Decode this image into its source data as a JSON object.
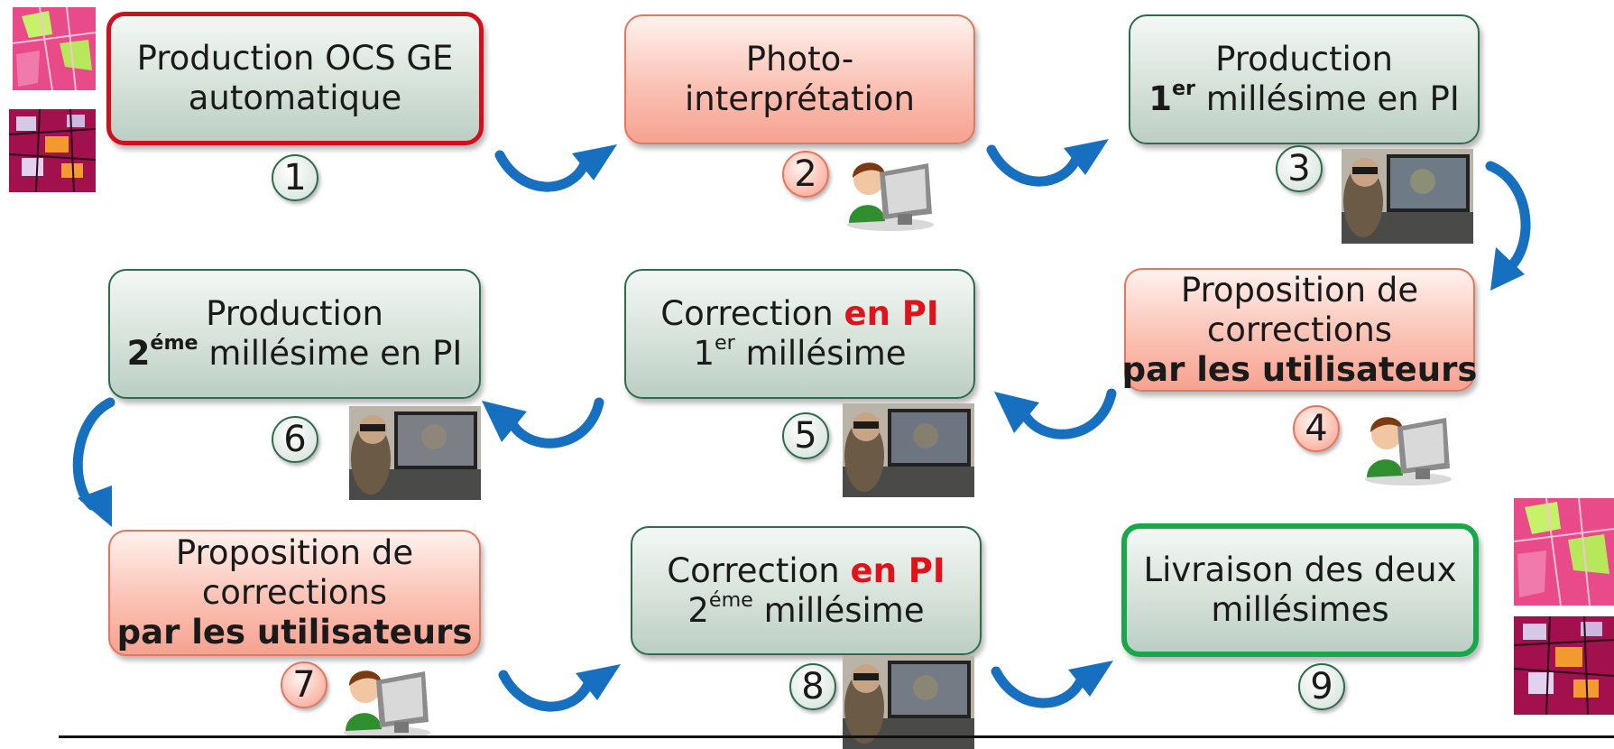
{
  "steps": [
    {
      "num": "1",
      "lines": [
        "Production OCS GE",
        "automatique"
      ]
    },
    {
      "num": "2",
      "lines": [
        "Photo-",
        "interprétation"
      ]
    },
    {
      "num": "3",
      "line1": "Production",
      "line2_bold": "1",
      "line2_sup": "er",
      "line2_rest": " millésime en PI"
    },
    {
      "num": "4",
      "line1": "Proposition de",
      "line2": "corrections",
      "line3_bold": "par les utilisateurs"
    },
    {
      "num": "5",
      "line1_pre": "Correction ",
      "line1_accent": "en PI",
      "line2_pre": "1",
      "line2_sup": "er",
      "line2_rest": " millésime"
    },
    {
      "num": "6",
      "line1": "Production",
      "line2_bold": "2",
      "line2_sup": "éme",
      "line2_rest": " millésime en PI"
    },
    {
      "num": "7",
      "line1": "Proposition de",
      "line2": "corrections",
      "line3_bold": "par les utilisateurs"
    },
    {
      "num": "8",
      "line1_pre": "Correction ",
      "line1_accent": "en PI",
      "line2_pre": "2",
      "line2_sup": "éme",
      "line2_rest": " millésime"
    },
    {
      "num": "9",
      "lines": [
        "Livraison des deux",
        "millésimes"
      ]
    }
  ],
  "colors": {
    "green_box_border": "#2f6b4c",
    "red_box_border": "#e2765f",
    "highlight_red": "#d0101c",
    "highlight_green": "#18a84a",
    "accent_text": "#e0131c",
    "arrow": "#1770bf"
  },
  "icons": [
    "user-computer-icon",
    "operator-photo",
    "land-cover-map-thumbnail"
  ]
}
